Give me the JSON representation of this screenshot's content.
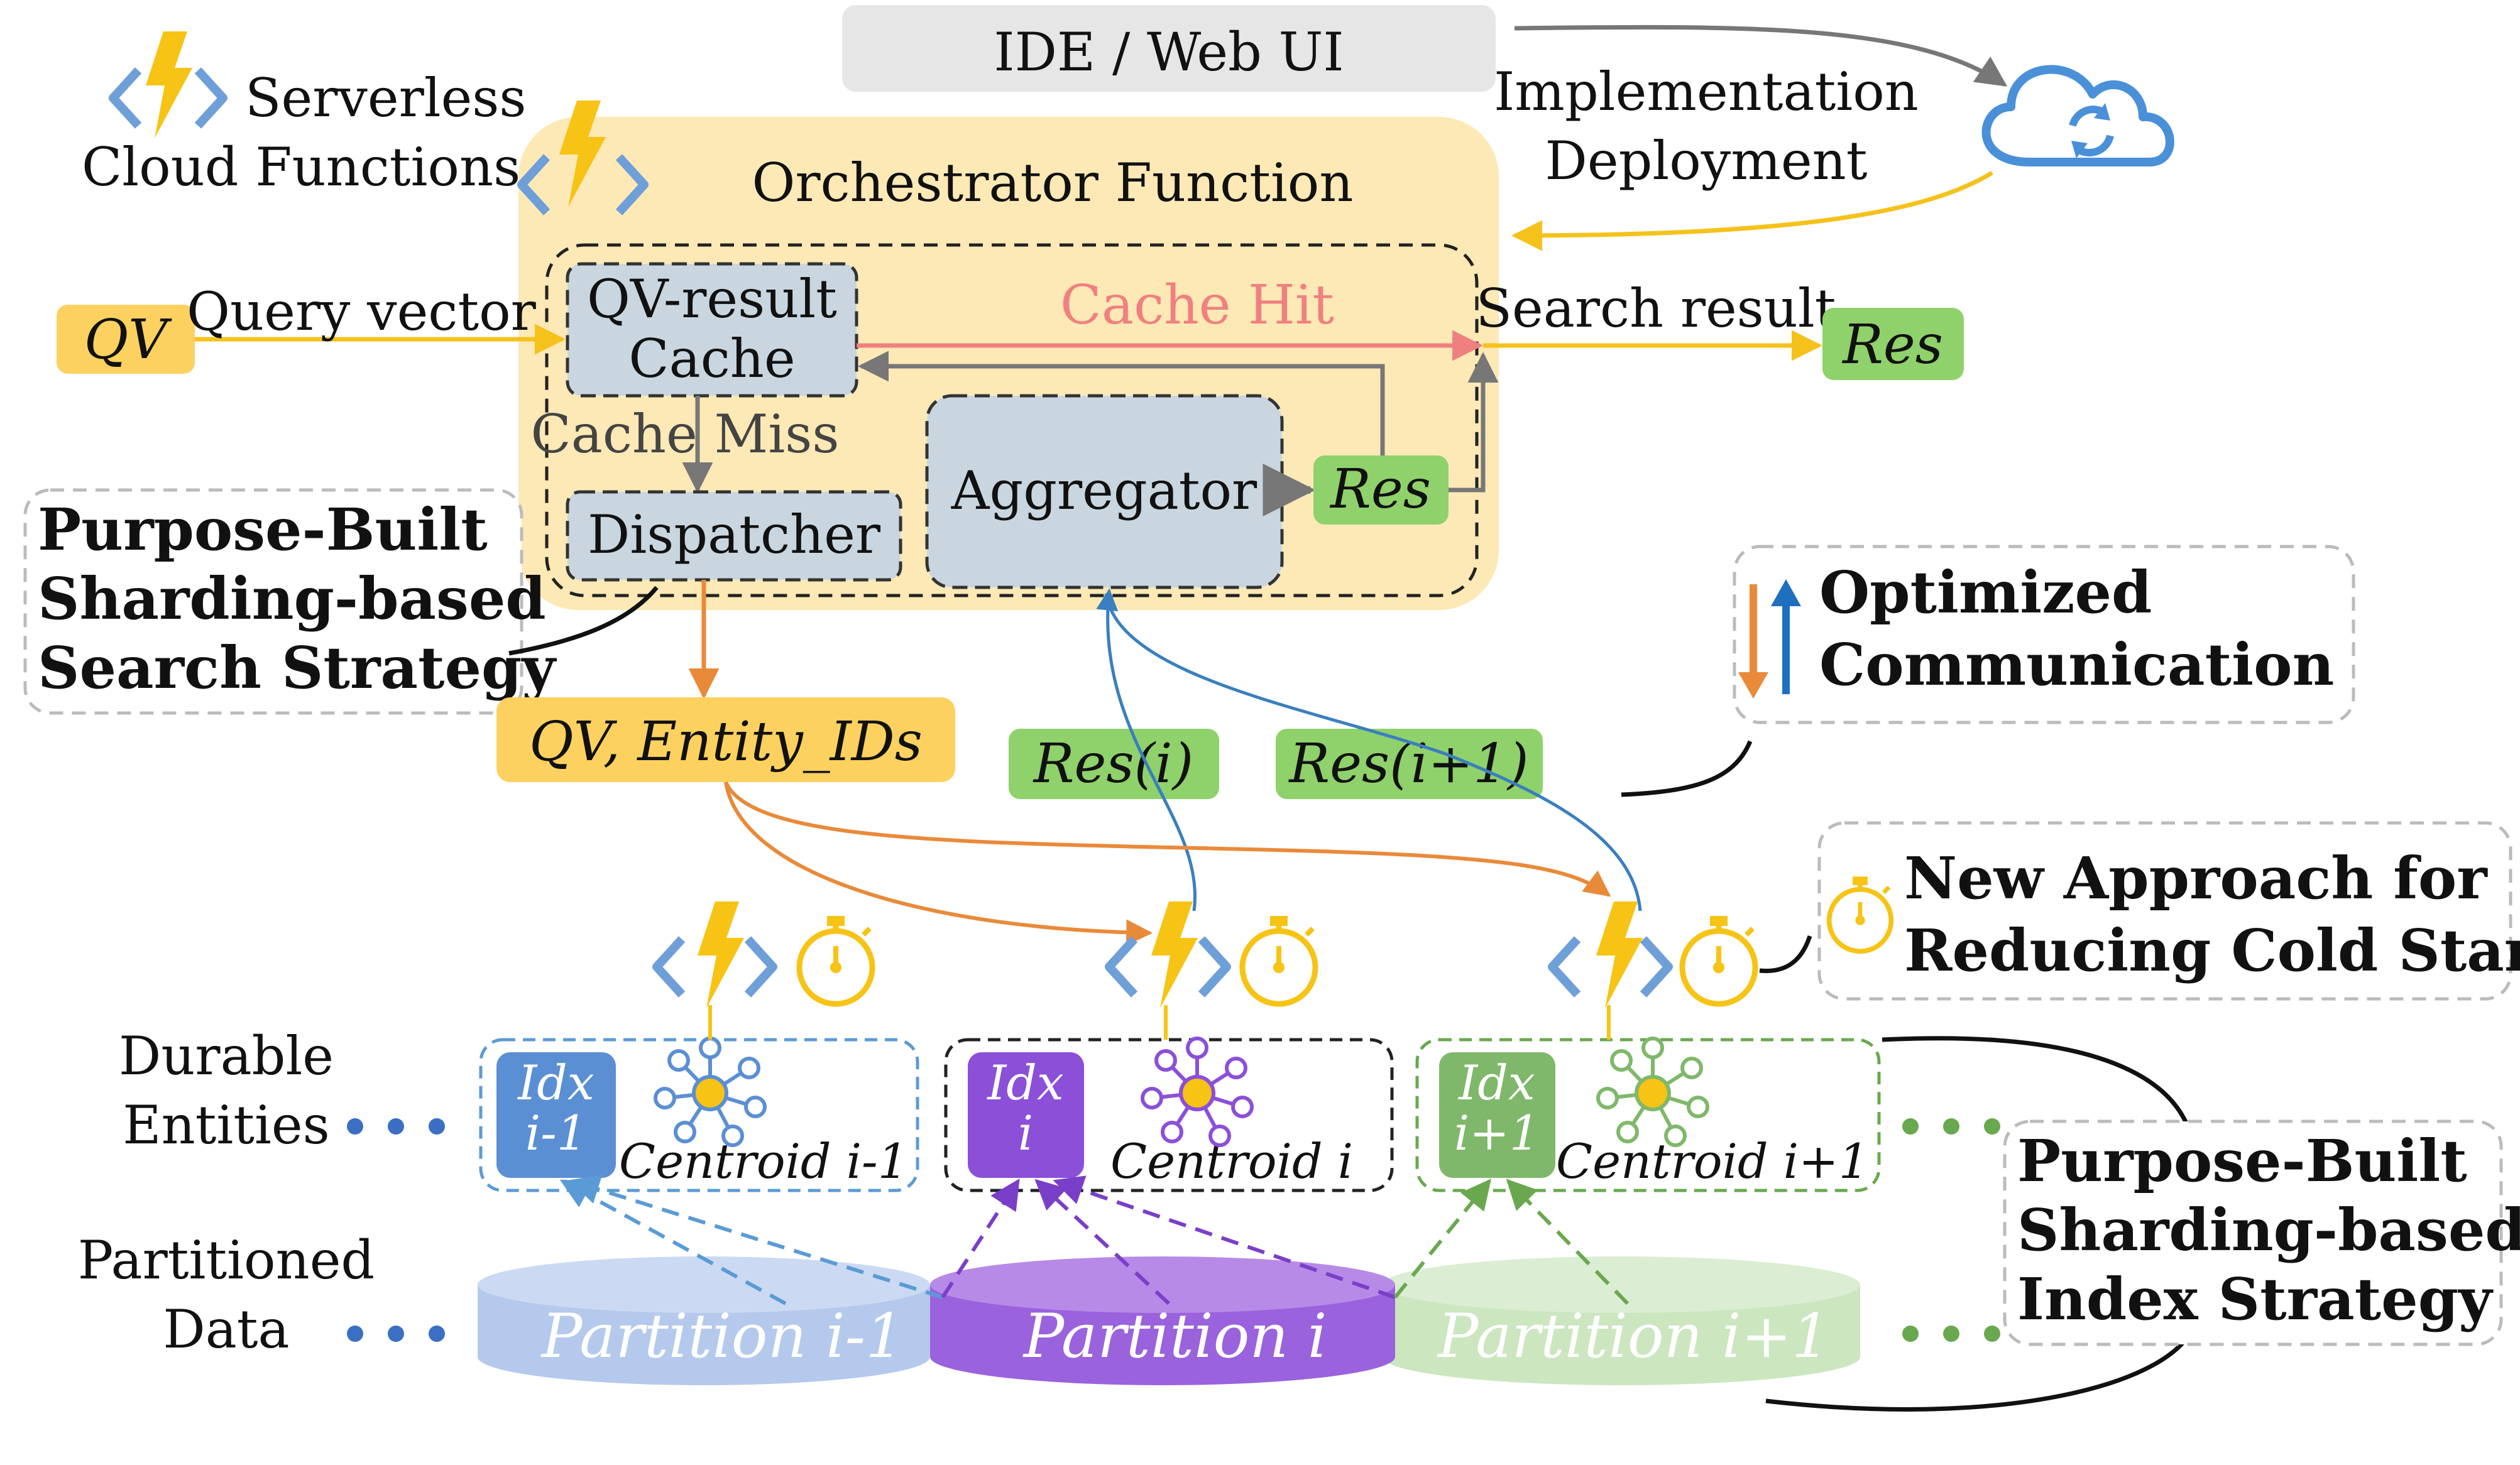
{
  "top_bar": {
    "label": "IDE / Web UI"
  },
  "legend": {
    "serverless_line1": "Serverless",
    "serverless_line2": "Cloud Functions"
  },
  "cloud_labels": {
    "implementation": "Implementation",
    "deployment": "Deployment"
  },
  "orchestrator": {
    "title": "Orchestrator Function",
    "cache_line1": "QV-result",
    "cache_line2": "Cache",
    "cache_hit": "Cache Hit",
    "cache_miss": "Cache Miss",
    "dispatcher": "Dispatcher",
    "aggregator": "Aggregator",
    "res": "Res"
  },
  "input": {
    "qv": "QV",
    "query_vector": "Query vector"
  },
  "output": {
    "search_result": "Search result",
    "res": "Res"
  },
  "strategy_search": {
    "line1": "Purpose-Built",
    "line2": "Sharding-based",
    "line3": "Search Strategy"
  },
  "dispatch_payload": "QV, Entity_IDs",
  "results": {
    "res_i": "Res(i)",
    "res_i1": "Res(i+1)"
  },
  "optimized": {
    "line1": "Optimized",
    "line2": "Communication"
  },
  "cold_start": {
    "line1": "New Approach for",
    "line2": "Reducing Cold Start"
  },
  "row_labels": {
    "durable_line1": "Durable",
    "durable_line2": "Entities",
    "partitioned_line1": "Partitioned",
    "partitioned_line2": "Data"
  },
  "entities": [
    {
      "idx_line1": "Idx",
      "idx_line2": "i-1",
      "centroid": "Centroid i-1",
      "color": "#5b8fd4",
      "light": "#a9c2e6"
    },
    {
      "idx_line1": "Idx",
      "idx_line2": "i",
      "centroid": "Centroid i",
      "color": "#8b4fd8",
      "light": "#a978e0"
    },
    {
      "idx_line1": "Idx",
      "idx_line2": "i+1",
      "centroid": "Centroid i+1",
      "color": "#7fb86a",
      "light": "#c4e0b4"
    }
  ],
  "partitions": [
    "Partition i-1",
    "Partition i",
    "Partition i+1"
  ],
  "strategy_index": {
    "line1": "Purpose-Built",
    "line2": "Sharding-based",
    "line3": "Index Strategy"
  },
  "colors": {
    "orchestrator_bg": "#fde9b5",
    "cache_box": "#c9d6df",
    "res_green": "#8fd16a",
    "qv_yellow": "#fcd15f",
    "lightning": "#f7c314",
    "brackets": "#6f9fd8",
    "cloud": "#4a90d9",
    "arrow_orange": "#e98a3a",
    "arrow_blue": "#3a7fbf",
    "cache_hit": "#f08080"
  },
  "icons": [
    "lightning-bolt-icon",
    "code-bracket-icon",
    "stopwatch-icon",
    "cloud-sync-icon",
    "centroid-network-icon"
  ]
}
